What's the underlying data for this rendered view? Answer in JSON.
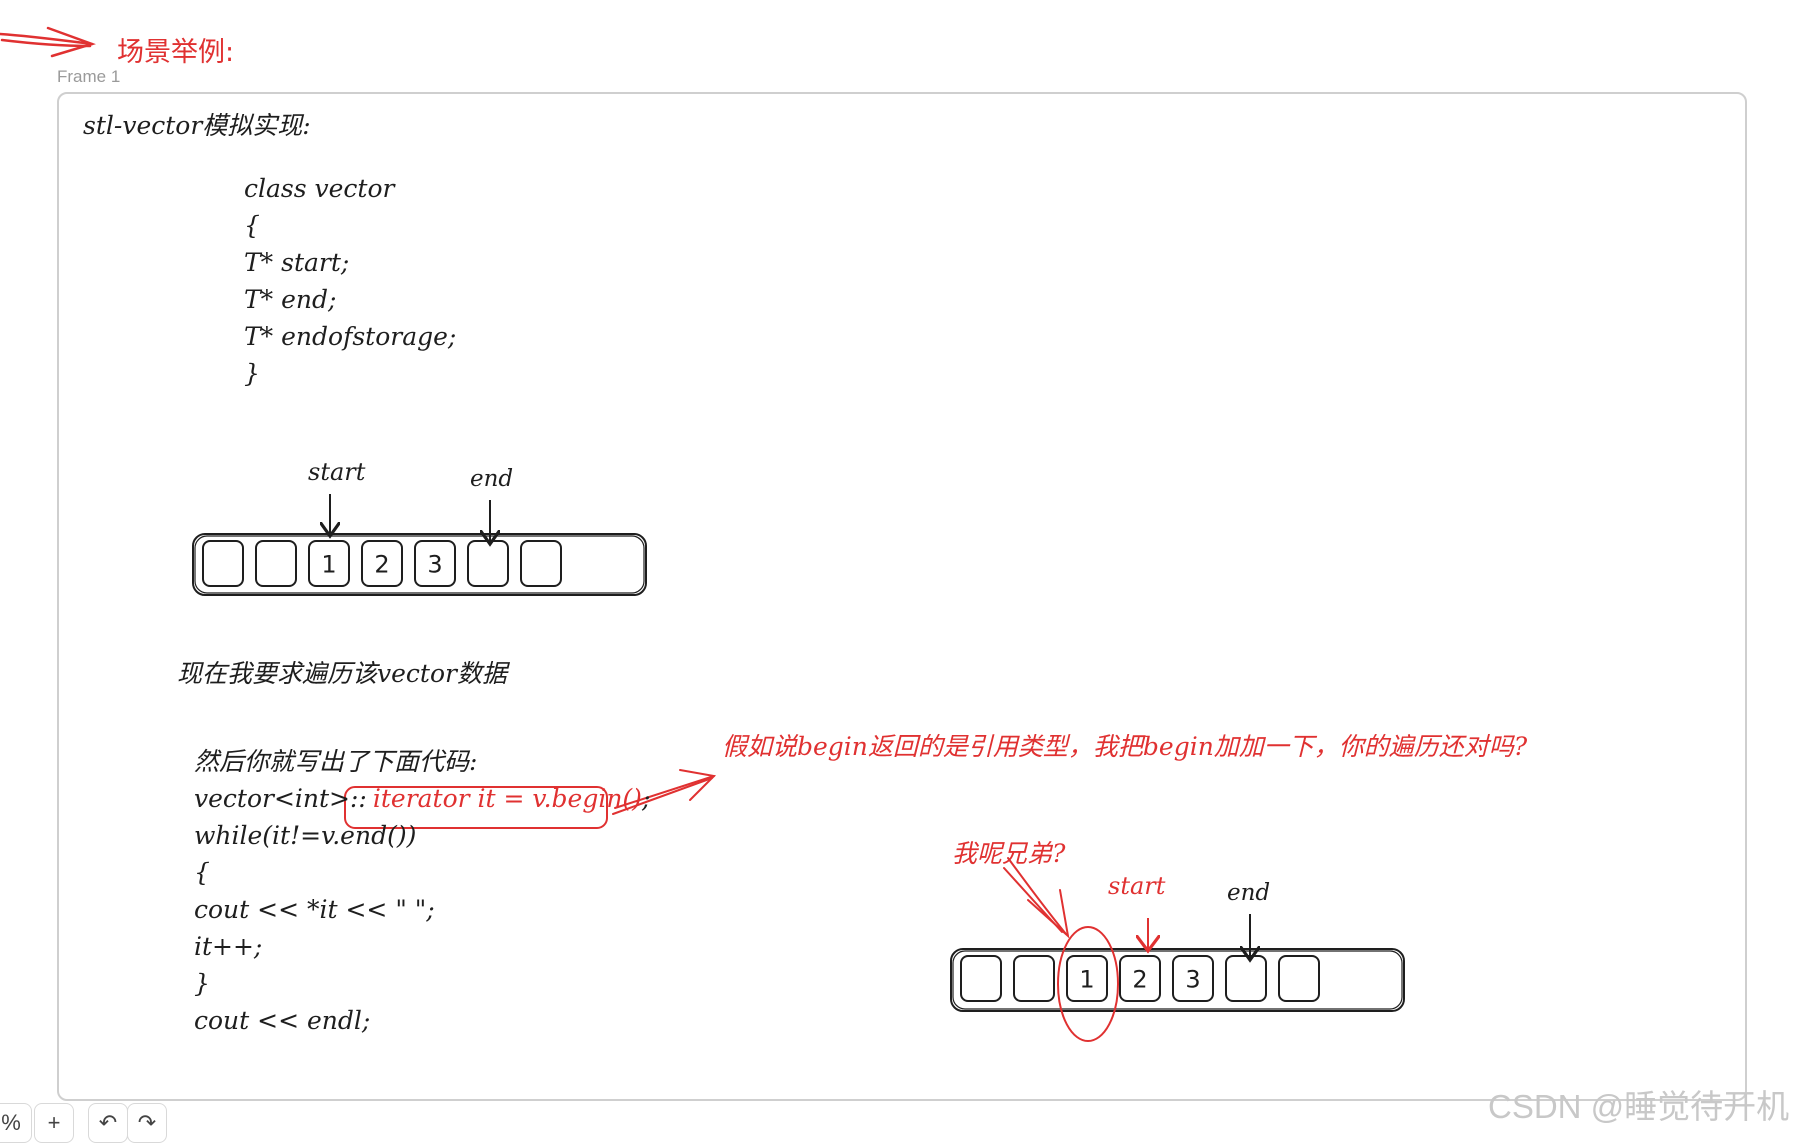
{
  "heading": {
    "label": "场景举例:"
  },
  "frame": {
    "label": "Frame 1"
  },
  "title": "stl-vector模拟实现:",
  "class_code": [
    "class vector",
    "{",
    "T* start;",
    "T* end;",
    "T* endofstorage;",
    "}"
  ],
  "diagram1": {
    "start_label": "start",
    "end_label": "end",
    "cells": [
      "",
      "",
      "1",
      "2",
      "3",
      "",
      ""
    ]
  },
  "traverse_text": "现在我要求遍历该vector数据",
  "code": {
    "intro": "然后你就写出了下面代码:",
    "line1_prefix": "vector<int>::",
    "line1_highlight": "iterator it = v.begin()",
    "line1_suffix": ";",
    "rest": [
      "while(it!=v.end())",
      "{",
      "cout << *it << \" \";",
      "it++;",
      "}",
      "cout << endl;"
    ]
  },
  "annotation": "假如说begin返回的是引用类型，我把begin加加一下，你的遍历还对吗?",
  "diagram2": {
    "question": "我呢兄弟?",
    "start_label": "start",
    "end_label": "end",
    "cells": [
      "",
      "",
      "1",
      "2",
      "3",
      "",
      ""
    ]
  },
  "toolbar": {
    "zoom": "%",
    "zoom_in": "+",
    "undo": "↶",
    "redo": "↷"
  },
  "watermark": "CSDN @睡觉待开机",
  "colors": {
    "ink": "#1e1e1e",
    "accent_red": "#e03131",
    "frame_border": "#cfcfcf"
  }
}
